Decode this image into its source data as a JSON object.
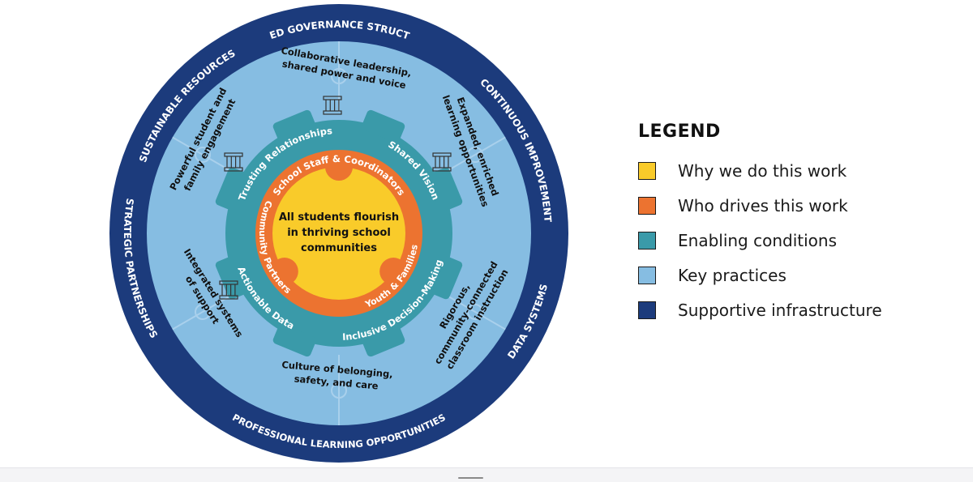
{
  "diagram": {
    "center_text": [
      "All students flourish",
      "in thriving school",
      "communities"
    ],
    "drivers": [
      "School Staff & Coordinators",
      "Community Partners",
      "Youth & Families"
    ],
    "conditions": [
      "Trusting Relationships",
      "Shared Vision",
      "Inclusive Decision-Making",
      "Actionable Data"
    ],
    "practices": [
      {
        "lines": [
          "Collaborative leadership,",
          "shared power and voice"
        ],
        "icon": "pillar-icon"
      },
      {
        "lines": [
          "Expanded, enriched",
          "learning opportunities"
        ],
        "icon": "pillar-icon"
      },
      {
        "lines": [
          "Rigorous,",
          "community-connected",
          "classroom instruction"
        ],
        "icon": ""
      },
      {
        "lines": [
          "Culture of belonging,",
          "safety, and care"
        ],
        "icon": ""
      },
      {
        "lines": [
          "Integrated systems",
          "of support"
        ],
        "icon": "pillar-icon"
      },
      {
        "lines": [
          "Powerful student and",
          "family engagement"
        ],
        "icon": "pillar-icon"
      }
    ],
    "infrastructure": [
      "SHARED GOVERNANCE STRUCTURES",
      "CONTINUOUS IMPROVEMENT",
      "DATA SYSTEMS",
      "PROFESSIONAL LEARNING OPPORTUNITIES",
      "STRATEGIC PARTNERSHIPS",
      "SUSTAINABLE RESOURCES"
    ]
  },
  "legend": {
    "title": "LEGEND",
    "items": [
      {
        "label": "Why we do this work",
        "color": "#f9cb2a"
      },
      {
        "label": "Who drives this work",
        "color": "#ec7330"
      },
      {
        "label": "Enabling conditions",
        "color": "#3a9aa9"
      },
      {
        "label": "Key practices",
        "color": "#86bde2"
      },
      {
        "label": "Supportive infrastructure",
        "color": "#1c3b7c"
      }
    ]
  },
  "colors": {
    "why": "#f9cb2a",
    "who": "#ec7330",
    "enabling": "#3a9aa9",
    "practices": "#86bde2",
    "infrastructure": "#1c3b7c"
  }
}
